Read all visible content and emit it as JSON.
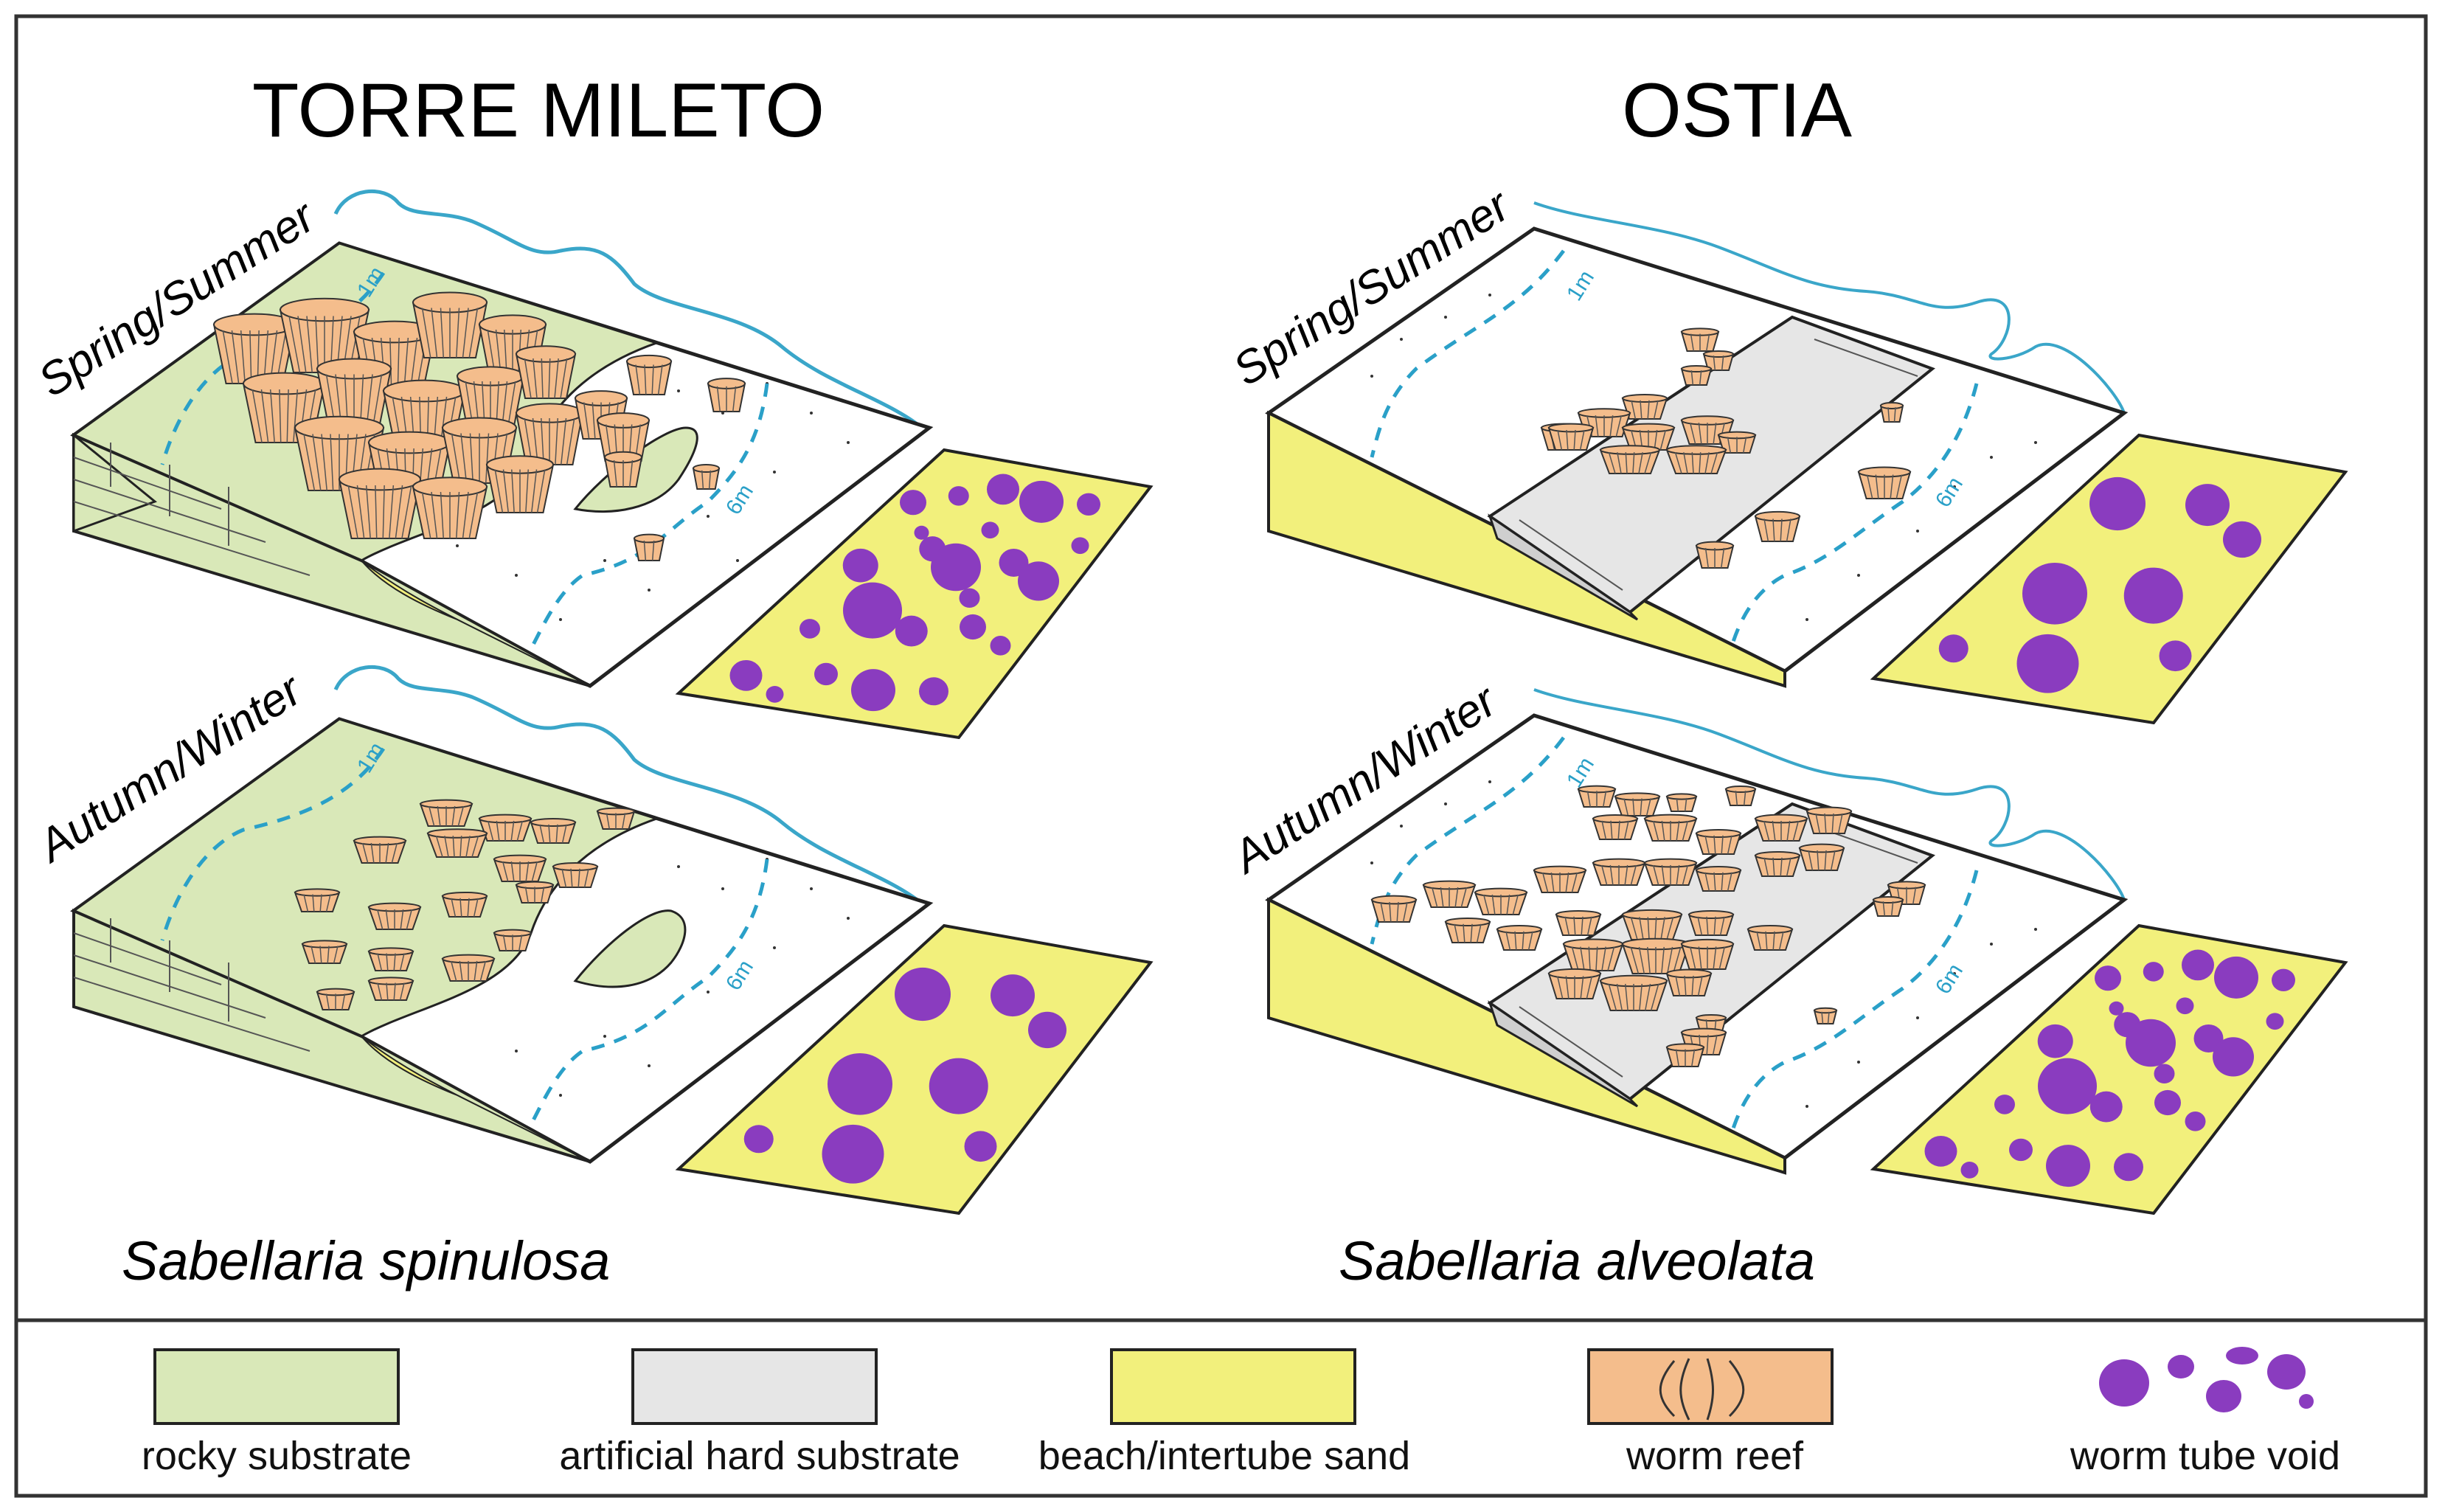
{
  "sites": {
    "left": {
      "title": "TORRE MILETO",
      "species": "Sabellaria spinulosa",
      "spring_label": "Spring/Summer",
      "winter_label": "Autumn/Winter"
    },
    "right": {
      "title": "OSTIA",
      "species": "Sabellaria alveolata",
      "spring_label": "Spring/Summer",
      "winter_label": "Autumn/Winter"
    }
  },
  "depth_labels": {
    "shallow": "1m",
    "deep": "6m"
  },
  "legend": {
    "rocky": "rocky substrate",
    "artificial": "artificial hard substrate",
    "sand": "beach/intertube sand",
    "reef": "worm reef",
    "void": "worm tube void"
  },
  "colors": {
    "rocky": "#d9e8b8",
    "artificial": "#e6e6e6",
    "sand": "#f2f07c",
    "reef": "#f4bd8c",
    "void": "#8a3cbf",
    "water": "#3aa6c9",
    "outline": "#222222"
  }
}
